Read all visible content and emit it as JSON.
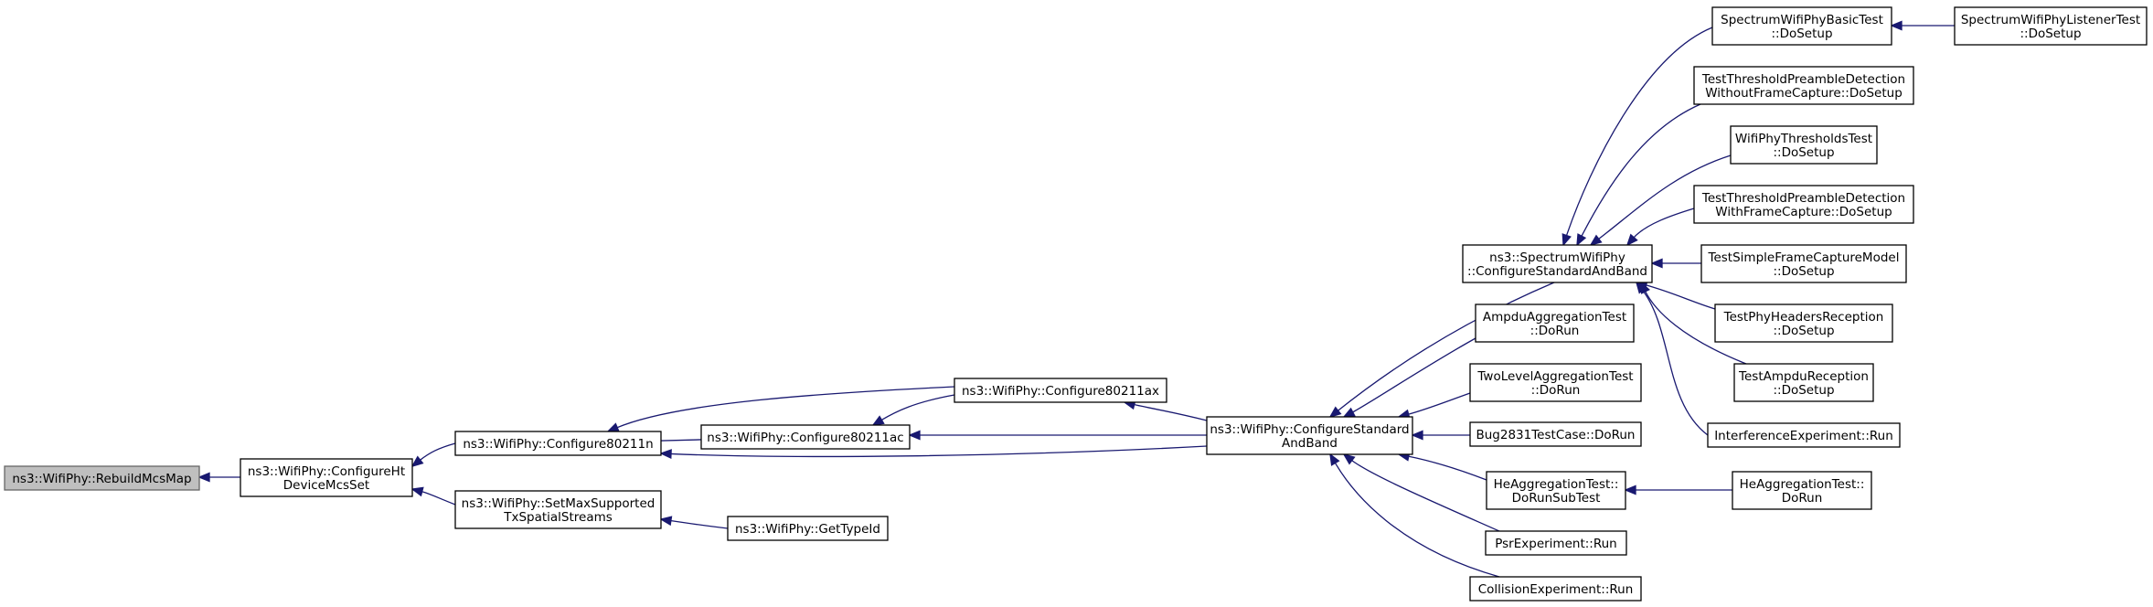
{
  "graph": {
    "nodes": [
      {
        "id": "rebuild",
        "lines": [
          "ns3::WifiPhy::RebuildMcsMap"
        ],
        "root": true
      },
      {
        "id": "confight",
        "lines": [
          "ns3::WifiPhy::ConfigureHt",
          "DeviceMcsSet"
        ]
      },
      {
        "id": "c80211n",
        "lines": [
          "ns3::WifiPhy::Configure80211n"
        ]
      },
      {
        "id": "setmax",
        "lines": [
          "ns3::WifiPhy::SetMaxSupported",
          "TxSpatialStreams"
        ]
      },
      {
        "id": "gettypeid",
        "lines": [
          "ns3::WifiPhy::GetTypeId"
        ]
      },
      {
        "id": "c80211ac",
        "lines": [
          "ns3::WifiPhy::Configure80211ac"
        ]
      },
      {
        "id": "c80211ax",
        "lines": [
          "ns3::WifiPhy::Configure80211ax"
        ]
      },
      {
        "id": "csab",
        "lines": [
          "ns3::WifiPhy::ConfigureStandard",
          "AndBand"
        ]
      },
      {
        "id": "scsab",
        "lines": [
          "ns3::SpectrumWifiPhy",
          "::ConfigureStandardAndBand"
        ]
      },
      {
        "id": "ampdu",
        "lines": [
          "AmpduAggregationTest",
          "::DoRun"
        ]
      },
      {
        "id": "twolevel",
        "lines": [
          "TwoLevelAggregationTest",
          "::DoRun"
        ]
      },
      {
        "id": "bug2831",
        "lines": [
          "Bug2831TestCase::DoRun"
        ]
      },
      {
        "id": "heagg",
        "lines": [
          "HeAggregationTest::",
          "DoRunSubTest"
        ]
      },
      {
        "id": "psr",
        "lines": [
          "PsrExperiment::Run"
        ]
      },
      {
        "id": "collision",
        "lines": [
          "CollisionExperiment::Run"
        ]
      },
      {
        "id": "heaggrun",
        "lines": [
          "HeAggregationTest::",
          "DoRun"
        ]
      },
      {
        "id": "swpbasic",
        "lines": [
          "SpectrumWifiPhyBasicTest",
          "::DoSetup"
        ]
      },
      {
        "id": "swplistener",
        "lines": [
          "SpectrumWifiPhyListenerTest",
          "::DoSetup"
        ]
      },
      {
        "id": "ttpdwithout",
        "lines": [
          "TestThresholdPreambleDetection",
          "WithoutFrameCapture::DoSetup"
        ]
      },
      {
        "id": "wpthresh",
        "lines": [
          "WifiPhyThresholdsTest",
          "::DoSetup"
        ]
      },
      {
        "id": "ttpdwith",
        "lines": [
          "TestThresholdPreambleDetection",
          "WithFrameCapture::DoSetup"
        ]
      },
      {
        "id": "tsfcm",
        "lines": [
          "TestSimpleFrameCaptureModel",
          "::DoSetup"
        ]
      },
      {
        "id": "tphr",
        "lines": [
          "TestPhyHeadersReception",
          "::DoSetup"
        ]
      },
      {
        "id": "tampdur",
        "lines": [
          "TestAmpduReception",
          "::DoSetup"
        ]
      },
      {
        "id": "interf",
        "lines": [
          "InterferenceExperiment::Run"
        ]
      }
    ],
    "edges": [
      {
        "from": "confight",
        "to": "rebuild"
      },
      {
        "from": "c80211n",
        "to": "confight"
      },
      {
        "from": "setmax",
        "to": "confight"
      },
      {
        "from": "gettypeid",
        "to": "setmax"
      },
      {
        "from": "c80211ac",
        "to": "c80211n"
      },
      {
        "from": "c80211ax",
        "to": "c80211n"
      },
      {
        "from": "csab",
        "to": "c80211n"
      },
      {
        "from": "c80211ax",
        "to": "c80211ac"
      },
      {
        "from": "csab",
        "to": "c80211ac"
      },
      {
        "from": "csab",
        "to": "c80211ax"
      },
      {
        "from": "scsab",
        "to": "csab"
      },
      {
        "from": "ampdu",
        "to": "csab"
      },
      {
        "from": "twolevel",
        "to": "csab"
      },
      {
        "from": "bug2831",
        "to": "csab"
      },
      {
        "from": "heagg",
        "to": "csab"
      },
      {
        "from": "psr",
        "to": "csab"
      },
      {
        "from": "collision",
        "to": "csab"
      },
      {
        "from": "heaggrun",
        "to": "heagg"
      },
      {
        "from": "swpbasic",
        "to": "scsab"
      },
      {
        "from": "swplistener",
        "to": "swpbasic"
      },
      {
        "from": "ttpdwithout",
        "to": "scsab"
      },
      {
        "from": "wpthresh",
        "to": "scsab"
      },
      {
        "from": "ttpdwith",
        "to": "scsab"
      },
      {
        "from": "tsfcm",
        "to": "scsab"
      },
      {
        "from": "tphr",
        "to": "scsab"
      },
      {
        "from": "tampdur",
        "to": "scsab"
      },
      {
        "from": "interf",
        "to": "scsab"
      }
    ]
  }
}
